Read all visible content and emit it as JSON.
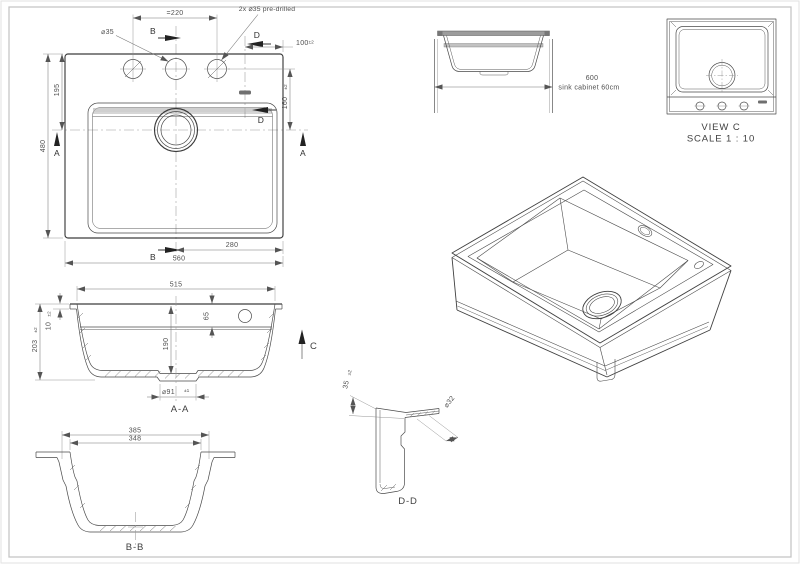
{
  "drawing": {
    "plan": {
      "dim_spacing": "=220",
      "center_hole": "⌀35",
      "predrilled_note": "2x ⌀35 pre-drilled",
      "dim_edge": "100",
      "tol_edge": "±2",
      "dim_front": "195",
      "dim_depth_overall": "480",
      "dim_rear": "160",
      "tol_rear": "±2",
      "dim_drain_offset": "280",
      "dim_width_overall": "560",
      "marker_a": "A",
      "marker_b": "B",
      "marker_d": "D"
    },
    "section_aa": {
      "dim_inner_width": "515",
      "dim_rim": "10",
      "tol_rim": "±2",
      "dim_height": "203",
      "tol_height": "±2",
      "dim_bowl_depth": "190",
      "dim_ledge": "65",
      "dim_drain": "⌀91",
      "tol_drain": "±1",
      "label": "A-A",
      "marker_c": "C"
    },
    "section_bb": {
      "dim_outer": "385",
      "dim_inner": "348",
      "label": "B-B"
    },
    "section_dd": {
      "dim_rim_height": "35",
      "tol_rim_height": "±2",
      "dim_hole": "⌀32",
      "label": "D-D"
    },
    "front": {
      "dim_cabinet": "600",
      "cabinet_caption": "sink cabinet 60cm"
    },
    "view_c": {
      "title": "VIEW C",
      "scale_label": "SCALE 1 : 10"
    }
  },
  "colors": {
    "outline": "#3c3c3c",
    "dimension": "#777777",
    "text": "#4f4f4f",
    "frame": "#c5c5c5"
  }
}
